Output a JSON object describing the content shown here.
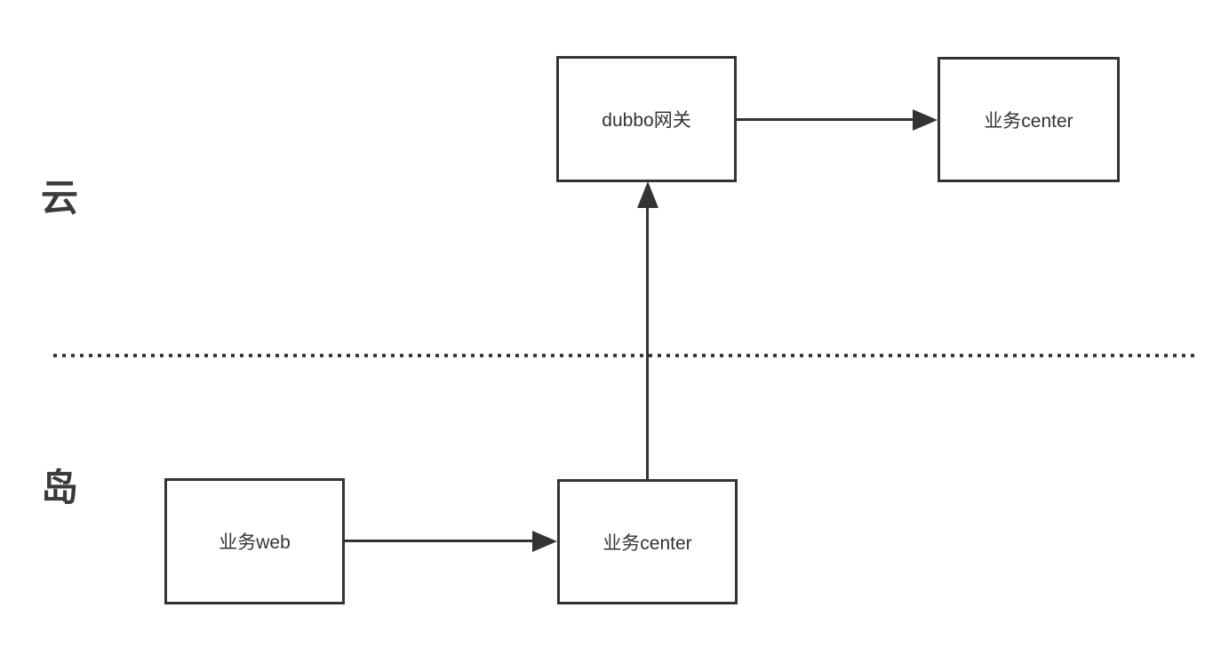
{
  "diagram": {
    "regions": {
      "cloud": {
        "label": "云"
      },
      "island": {
        "label": "岛"
      }
    },
    "nodes": [
      {
        "id": "dubbo-gateway",
        "label": "dubbo网关",
        "region": "cloud"
      },
      {
        "id": "business-center-cloud",
        "label": "业务center",
        "region": "cloud"
      },
      {
        "id": "business-web",
        "label": "业务web",
        "region": "island"
      },
      {
        "id": "business-center-island",
        "label": "业务center",
        "region": "island"
      }
    ],
    "edges": [
      {
        "from": "business-web",
        "to": "business-center-island",
        "direction": "right"
      },
      {
        "from": "business-center-island",
        "to": "dubbo-gateway",
        "direction": "up"
      },
      {
        "from": "dubbo-gateway",
        "to": "business-center-cloud",
        "direction": "right"
      }
    ],
    "colors": {
      "line": "#333333",
      "text": "#333333",
      "region_label": "#3a3a3a",
      "background": "#ffffff"
    }
  }
}
